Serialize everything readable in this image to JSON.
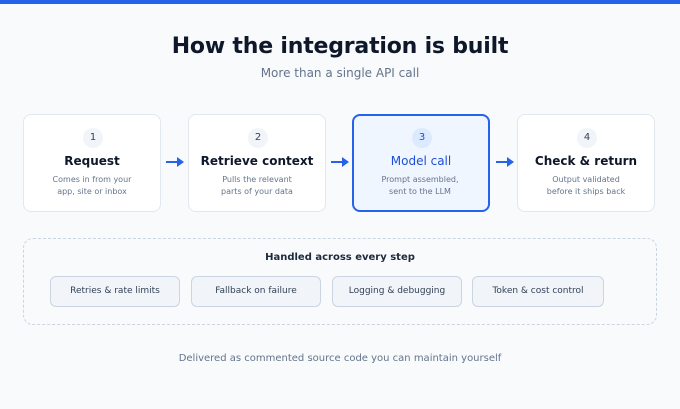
{
  "header": {
    "title": "How the integration is built",
    "subtitle": "More than a single API call"
  },
  "steps": [
    {
      "number": "1",
      "title": "Request",
      "desc_line1": "Comes in from your",
      "desc_line2": "app, site or inbox"
    },
    {
      "number": "2",
      "title": "Retrieve context",
      "desc_line1": "Pulls the relevant",
      "desc_line2": "parts of your data"
    },
    {
      "number": "3",
      "title": "Model call",
      "desc_line1": "Prompt assembled,",
      "desc_line2": "sent to the LLM",
      "active": true
    },
    {
      "number": "4",
      "title": "Check & return",
      "desc_line1": "Output validated",
      "desc_line2": "before it ships back"
    }
  ],
  "handled": {
    "title": "Handled across every step",
    "chips": [
      "Retries & rate limits",
      "Fallback on failure",
      "Logging & debugging",
      "Token & cost control"
    ]
  },
  "footer": "Delivered as commented source code you can maintain yourself",
  "colors": {
    "accent": "#2563eb",
    "active_bg": "#eff6ff"
  }
}
